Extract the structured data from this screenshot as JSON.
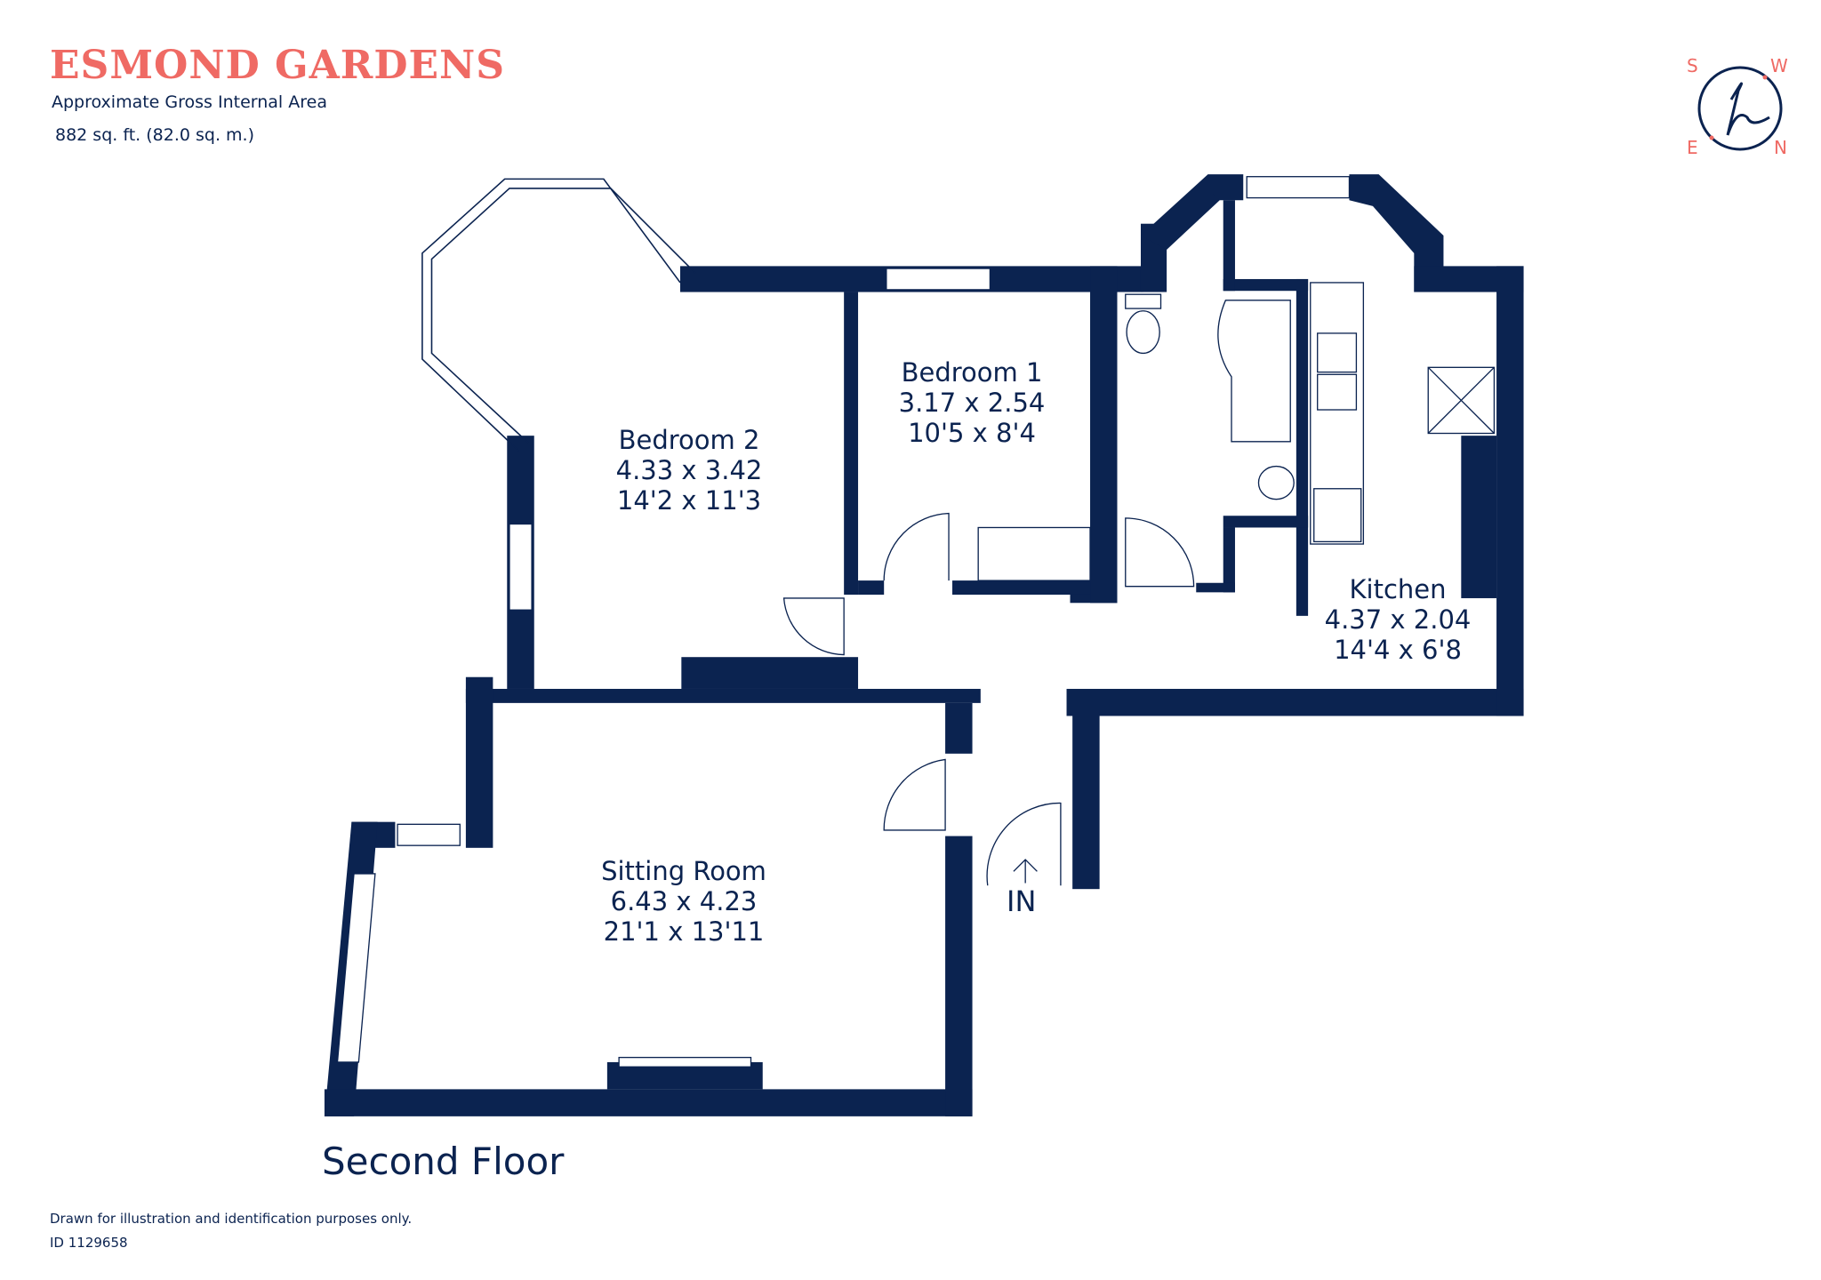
{
  "header": {
    "title": "ESMOND GARDENS",
    "subtitle": "Approximate Gross Internal Area",
    "area": "882 sq. ft. (82.0 sq. m.)"
  },
  "logo": {
    "compass": {
      "s": "S",
      "w": "W",
      "e": "E",
      "n": "N"
    },
    "colors": {
      "accent": "#ef6a64",
      "navy": "#0b2350"
    }
  },
  "rooms": [
    {
      "name": "Bedroom 2",
      "metric": "4.33 x 3.42",
      "imperial": "14'2 x 11'3"
    },
    {
      "name": "Bedroom 1",
      "metric": "3.17 x 2.54",
      "imperial": "10'5 x 8'4"
    },
    {
      "name": "Kitchen",
      "metric": "4.37 x 2.04",
      "imperial": "14'4 x 6'8"
    },
    {
      "name": "Sitting Room",
      "metric": "6.43 x 4.23",
      "imperial": "21'1 x 13'11"
    }
  ],
  "entrance_label": "IN",
  "floor_label": "Second Floor",
  "footer": {
    "disclaimer": "Drawn for illustration and identification purposes only.",
    "id": "ID 1129658"
  }
}
